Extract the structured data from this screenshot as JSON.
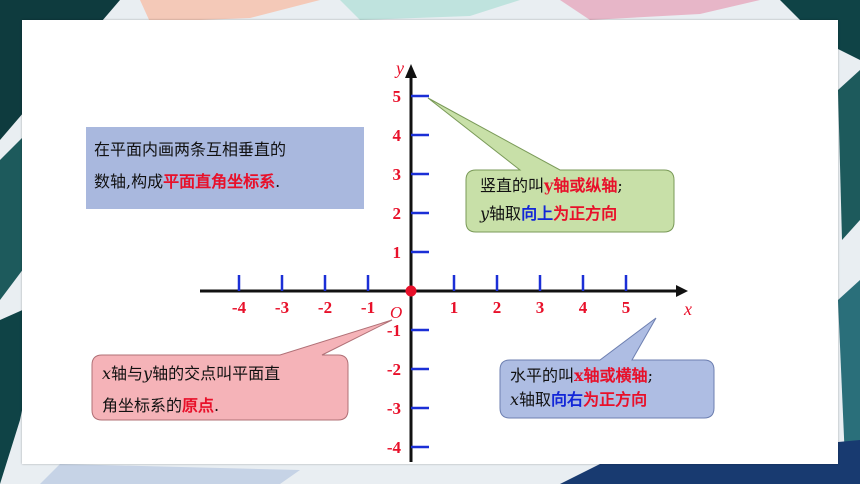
{
  "colors": {
    "axis": "#111111",
    "tick": "#1b2fd6",
    "label": "#e8102a",
    "origin_dot": "#e8102a",
    "intro_box": "#a9b8de",
    "y_callout": "#c8e0a8",
    "x_callout": "#aebde3",
    "origin_callout": "#f5b3b8"
  },
  "intro": {
    "line1": "在平面内画两条互相垂直的",
    "line2_plain": "数轴,构成",
    "line2_red": "平面直角坐标系",
    "line2_end": "."
  },
  "y_callout": {
    "line1_plain": "竖直的叫",
    "line1_red": "y轴或纵轴",
    "line1_end": ";",
    "line2_var": "y",
    "line2_plain": "轴取",
    "line2_blue": "向上",
    "line2_red": "为正方向"
  },
  "x_callout": {
    "line1_plain": "水平的叫",
    "line1_red": "x轴或横轴",
    "line1_end": ";",
    "line2_var": "x",
    "line2_plain": "轴取",
    "line2_blue": "向右",
    "line2_red": "为正方向"
  },
  "origin_callout": {
    "line1_var1": "x",
    "line1_mid": "轴与",
    "line1_var2": "y",
    "line1_end": "轴的交点叫平面直",
    "line2_plain": "角坐标系的",
    "line2_red": "原点",
    "line2_end": "."
  },
  "chart_data": {
    "type": "diagram",
    "x_axis_label": "x",
    "y_axis_label": "y",
    "origin_label": "O",
    "x_ticks": [
      -4,
      -3,
      -2,
      -1,
      1,
      2,
      3,
      4,
      5
    ],
    "y_ticks": [
      5,
      4,
      3,
      2,
      1,
      -1,
      -2,
      -3,
      -4
    ],
    "x_tick_labels": [
      "-4",
      "-3",
      "-2",
      "-1",
      "1",
      "2",
      "3",
      "4",
      "5"
    ],
    "y_tick_labels": [
      "5",
      "4",
      "3",
      "2",
      "1",
      "-1",
      "-2",
      "-3",
      "-4"
    ]
  }
}
